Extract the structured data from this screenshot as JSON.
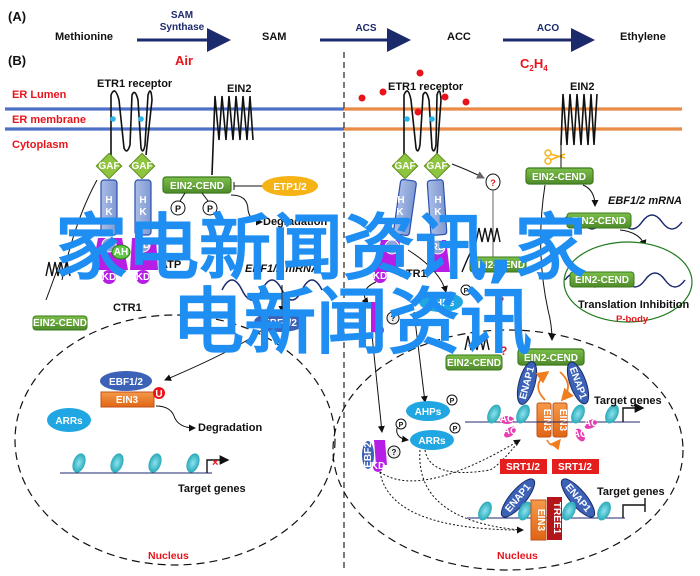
{
  "panel_a": {
    "label": "(A)",
    "steps": [
      {
        "name": "Methionine"
      },
      {
        "name": "SAM"
      },
      {
        "name": "ACC"
      },
      {
        "name": "Ethylene"
      }
    ],
    "enzymes": [
      {
        "line1": "SAM",
        "line2": "Synthase"
      },
      {
        "line1": "ACS",
        "line2": ""
      },
      {
        "line1": "ACO",
        "line2": ""
      }
    ]
  },
  "panel_b": {
    "label": "(B)",
    "left_title": "Air",
    "right_title_main": "C",
    "right_title_sub1": "2",
    "right_title_mid": "H",
    "right_title_sub2": "4",
    "compartments": [
      "ER Lumen",
      "ER membrane",
      "Cytoplasm"
    ],
    "left": {
      "receptor": "ETR1 receptor",
      "ein2": "EIN2",
      "gaf": "GAF",
      "hk": [
        "H",
        "K"
      ],
      "rd": "RD",
      "kd": "KD",
      "ahp_small": "AH",
      "ein2_cend": "EIN2-CEND",
      "ein2_cend_low": "EIN2-CEND",
      "p": "P",
      "etp": "ETP1/2",
      "degradation1": "Degradation",
      "atp": "ATP",
      "ebf_mrna": "EBF1/2 mRNA",
      "ctr1": "CTR1",
      "ebf_cyto": "EBF1/2",
      "ebf_nuc": "EBF1/2",
      "ein3": "EIN3",
      "u": "U",
      "arrs": "ARRs",
      "degradation2": "Degradation",
      "target_genes": "Target genes",
      "nucleus": "Nucleus"
    },
    "right": {
      "receptor": "ETR1 receptor",
      "ein2": "EIN2",
      "gaf": "GAF",
      "hk": [
        "H",
        "K"
      ],
      "rd": "RD",
      "kd": "KD",
      "q": "?",
      "ein2_cend_top": "EIN2-CEND",
      "ebf_mrna": "EBF1/2 mRNA",
      "ein2_cend_mrna": "EIN2-CEND",
      "ein2_cend_pbody": "EIN2-CEND",
      "translation_inhibition": "Translation Inhibition",
      "pbody": "P-body",
      "ctr1": "CTR1",
      "ein2_cend_mid": "EIN2-CEND",
      "ein2_cend_low": "EIN2-CEND",
      "ein2_cend_nuc": "EIN2-CEND",
      "ahps_cyto": "AHPs",
      "ahps": "AHPs",
      "arrs": "ARRs",
      "p": "P",
      "enap1": "ENAP1",
      "ein3": "EIN3",
      "ac": "AC",
      "ebf2": "EBF2",
      "srt": "SRT1/2",
      "tree1": "TREE1",
      "target_genes1": "Target genes",
      "target_genes2": "Target genes",
      "nucleus": "Nucleus"
    }
  },
  "watermark": {
    "line1": "家电新闻资讯,家",
    "line2": "电新闻资讯"
  },
  "colors": {
    "label_red": "#e8141b",
    "enzyme_navy": "#1b2a6b",
    "membrane_air": "#2a4fb0",
    "membrane_ethylene": "#e36b1e",
    "gaf_green": "#8fc43e",
    "hk_blue": "#8da6d8",
    "kd_purple": "#b61ee6",
    "ein2_green": "#5e9e35",
    "etp_yellow": "#f5b316",
    "ebf_blue": "#3c62b8",
    "ein3_orange": "#ec7a2a",
    "arr_cyan": "#1fa6e3",
    "srt_red": "#e41d1d",
    "tree1_darkred": "#b3151a",
    "ac_magenta": "#e63fb3",
    "nucleosome_teal": "#3fc0cf",
    "watermark_blue": "#1e8ef2"
  }
}
